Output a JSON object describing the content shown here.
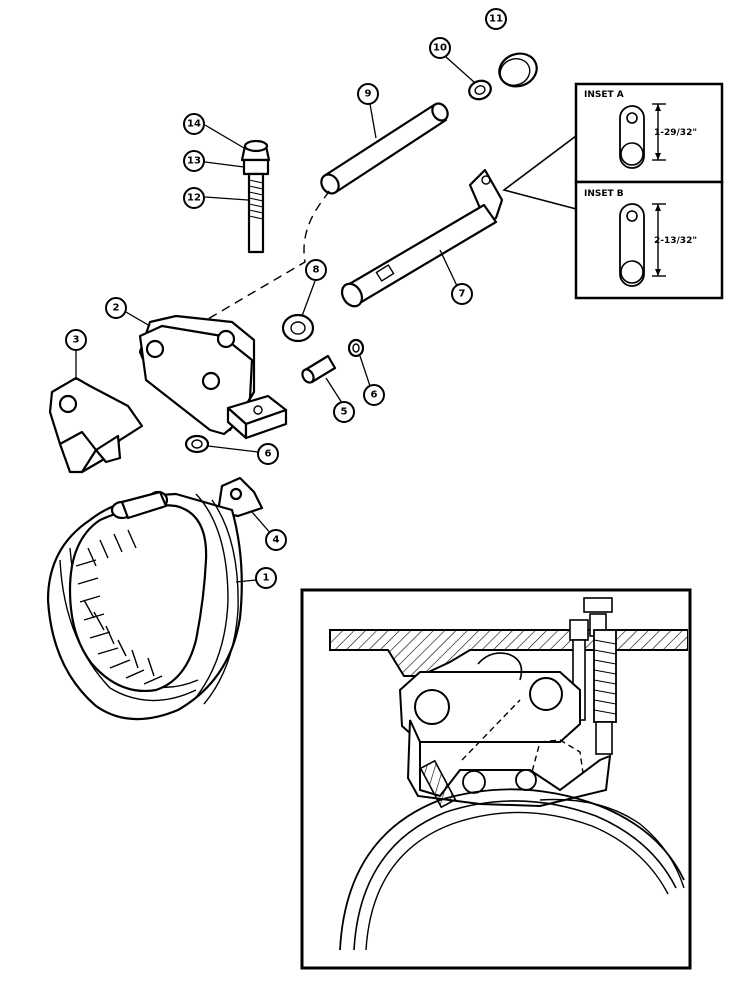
{
  "callouts": {
    "c1": "1",
    "c2": "2",
    "c3": "3",
    "c4": "4",
    "c5": "5",
    "c6a": "6",
    "c6b": "6",
    "c7": "7",
    "c8": "8",
    "c9": "9",
    "c10": "10",
    "c11": "11",
    "c12": "12",
    "c13": "13",
    "c14": "14"
  },
  "insets": {
    "a": {
      "title": "INSET A",
      "dimension": "1-29/32\""
    },
    "b": {
      "title": "INSET B",
      "dimension": "2-13/32\""
    }
  }
}
